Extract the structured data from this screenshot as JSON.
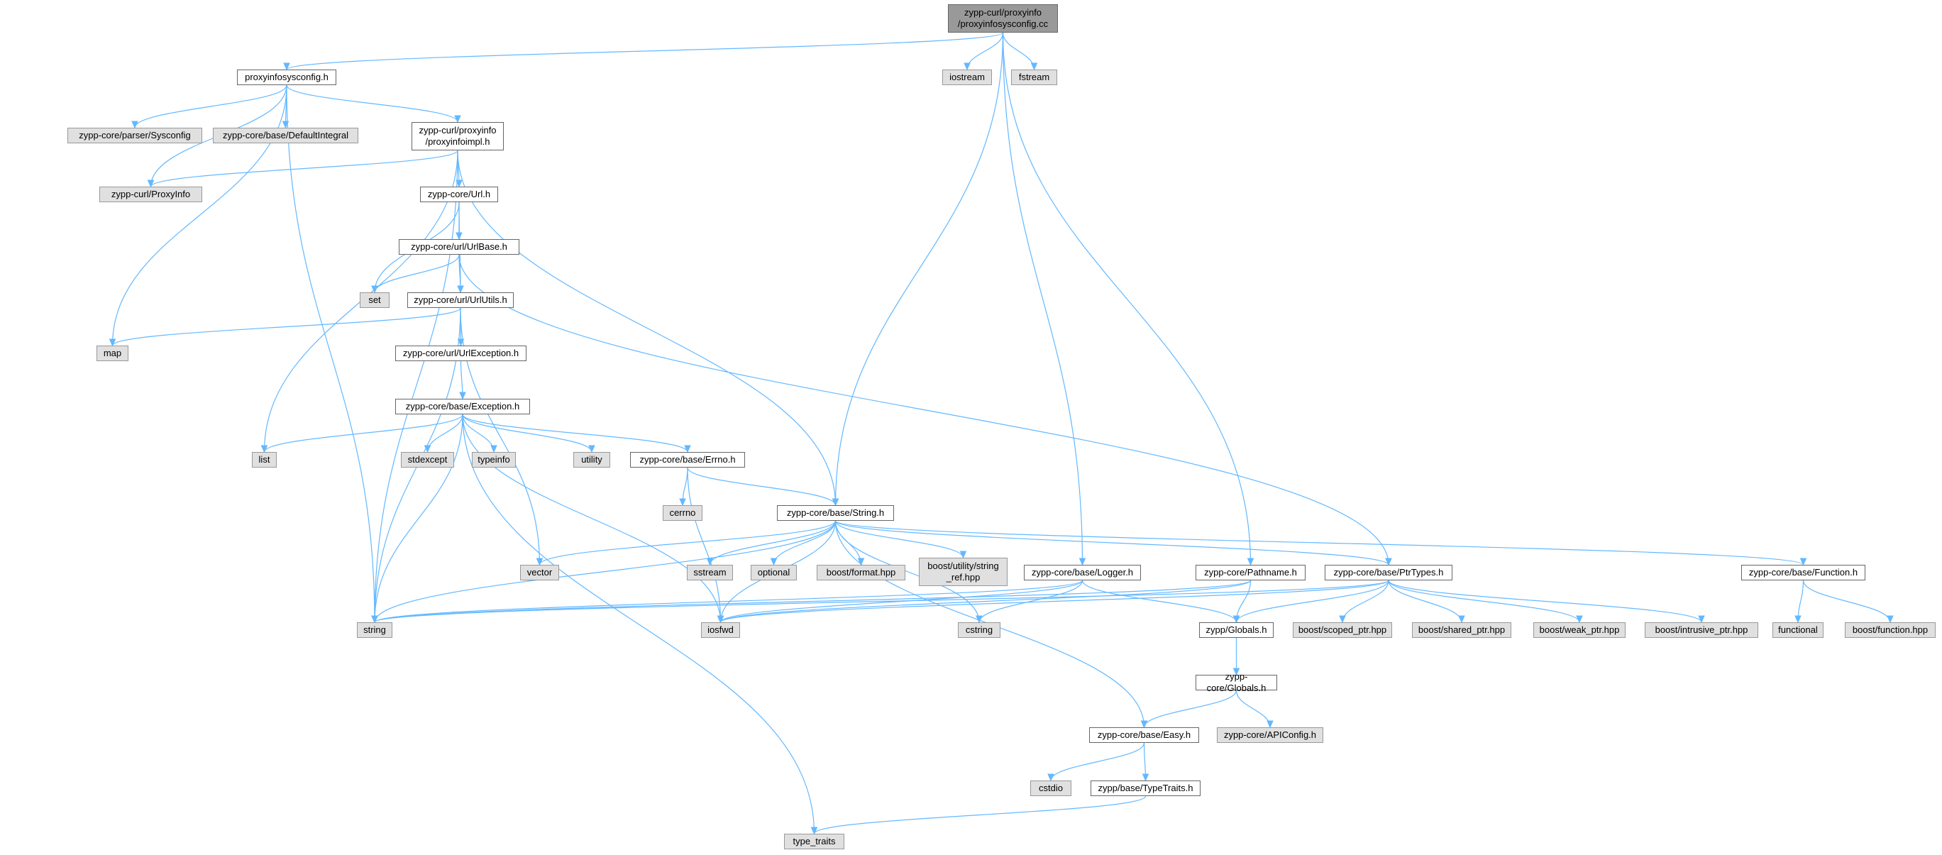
{
  "graph": {
    "colors": {
      "edge": "#63b8ff",
      "root_fill": "#999999",
      "header_fill": "#ffffff",
      "system_fill": "#e0e0e0",
      "border": "#666666"
    },
    "nodes": [
      {
        "id": "root",
        "label": "zypp-curl/proxyinfo\n/proxyinfosysconfig.cc",
        "kind": "root"
      },
      {
        "id": "proxyinfosysconfig_h",
        "label": "proxyinfosysconfig.h",
        "kind": "hdr"
      },
      {
        "id": "iostream",
        "label": "iostream",
        "kind": "sys"
      },
      {
        "id": "fstream",
        "label": "fstream",
        "kind": "sys"
      },
      {
        "id": "sysconfig",
        "label": "zypp-core/parser/Sysconfig",
        "kind": "sys"
      },
      {
        "id": "defaultintegral",
        "label": "zypp-core/base/DefaultIntegral",
        "kind": "sys"
      },
      {
        "id": "proxyinfoimpl_h",
        "label": "zypp-curl/proxyinfo\n/proxyinfoimpl.h",
        "kind": "hdr"
      },
      {
        "id": "proxyinfo",
        "label": "zypp-curl/ProxyInfo",
        "kind": "sys"
      },
      {
        "id": "url_h",
        "label": "zypp-core/Url.h",
        "kind": "hdr"
      },
      {
        "id": "urlbase_h",
        "label": "zypp-core/url/UrlBase.h",
        "kind": "hdr"
      },
      {
        "id": "set",
        "label": "set",
        "kind": "sys"
      },
      {
        "id": "urlutils_h",
        "label": "zypp-core/url/UrlUtils.h",
        "kind": "hdr"
      },
      {
        "id": "map",
        "label": "map",
        "kind": "sys"
      },
      {
        "id": "urlexception_h",
        "label": "zypp-core/url/UrlException.h",
        "kind": "hdr"
      },
      {
        "id": "exception_h",
        "label": "zypp-core/base/Exception.h",
        "kind": "hdr"
      },
      {
        "id": "list",
        "label": "list",
        "kind": "sys"
      },
      {
        "id": "stdexcept",
        "label": "stdexcept",
        "kind": "sys"
      },
      {
        "id": "typeinfo",
        "label": "typeinfo",
        "kind": "sys"
      },
      {
        "id": "utility",
        "label": "utility",
        "kind": "sys"
      },
      {
        "id": "errno_h",
        "label": "zypp-core/base/Errno.h",
        "kind": "hdr"
      },
      {
        "id": "cerrno",
        "label": "cerrno",
        "kind": "sys"
      },
      {
        "id": "string_h",
        "label": "zypp-core/base/String.h",
        "kind": "hdr"
      },
      {
        "id": "vector",
        "label": "vector",
        "kind": "sys"
      },
      {
        "id": "sstream",
        "label": "sstream",
        "kind": "sys"
      },
      {
        "id": "optional",
        "label": "optional",
        "kind": "sys"
      },
      {
        "id": "boost_format",
        "label": "boost/format.hpp",
        "kind": "sys"
      },
      {
        "id": "boost_string_ref",
        "label": "boost/utility/string\n_ref.hpp",
        "kind": "sys"
      },
      {
        "id": "logger_h",
        "label": "zypp-core/base/Logger.h",
        "kind": "hdr"
      },
      {
        "id": "pathname_h",
        "label": "zypp-core/Pathname.h",
        "kind": "hdr"
      },
      {
        "id": "ptrtypes_h",
        "label": "zypp-core/base/PtrTypes.h",
        "kind": "hdr"
      },
      {
        "id": "function_h",
        "label": "zypp-core/base/Function.h",
        "kind": "hdr"
      },
      {
        "id": "string",
        "label": "string",
        "kind": "sys"
      },
      {
        "id": "iosfwd",
        "label": "iosfwd",
        "kind": "sys"
      },
      {
        "id": "cstring",
        "label": "cstring",
        "kind": "sys"
      },
      {
        "id": "globals_h",
        "label": "zypp/Globals.h",
        "kind": "hdr"
      },
      {
        "id": "scoped_ptr",
        "label": "boost/scoped_ptr.hpp",
        "kind": "sys"
      },
      {
        "id": "shared_ptr",
        "label": "boost/shared_ptr.hpp",
        "kind": "sys"
      },
      {
        "id": "weak_ptr",
        "label": "boost/weak_ptr.hpp",
        "kind": "sys"
      },
      {
        "id": "intrusive_ptr",
        "label": "boost/intrusive_ptr.hpp",
        "kind": "sys"
      },
      {
        "id": "functional",
        "label": "functional",
        "kind": "sys"
      },
      {
        "id": "boost_function",
        "label": "boost/function.hpp",
        "kind": "sys"
      },
      {
        "id": "core_globals_h",
        "label": "zypp-core/Globals.h",
        "kind": "hdr"
      },
      {
        "id": "easy_h",
        "label": "zypp-core/base/Easy.h",
        "kind": "hdr"
      },
      {
        "id": "apiconfig",
        "label": "zypp-core/APIConfig.h",
        "kind": "sys"
      },
      {
        "id": "cstdio",
        "label": "cstdio",
        "kind": "sys"
      },
      {
        "id": "typetraits_h",
        "label": "zypp/base/TypeTraits.h",
        "kind": "hdr"
      },
      {
        "id": "type_traits",
        "label": "type_traits",
        "kind": "sys"
      }
    ],
    "edges": [
      [
        "root",
        "proxyinfosysconfig_h"
      ],
      [
        "root",
        "iostream"
      ],
      [
        "root",
        "fstream"
      ],
      [
        "root",
        "string_h"
      ],
      [
        "root",
        "logger_h"
      ],
      [
        "root",
        "pathname_h"
      ],
      [
        "proxyinfosysconfig_h",
        "map"
      ],
      [
        "proxyinfosysconfig_h",
        "string"
      ],
      [
        "proxyinfosysconfig_h",
        "sysconfig"
      ],
      [
        "proxyinfosysconfig_h",
        "defaultintegral"
      ],
      [
        "proxyinfosysconfig_h",
        "proxyinfoimpl_h"
      ],
      [
        "proxyinfosysconfig_h",
        "proxyinfo"
      ],
      [
        "proxyinfoimpl_h",
        "proxyinfo"
      ],
      [
        "proxyinfoimpl_h",
        "url_h"
      ],
      [
        "proxyinfoimpl_h",
        "string"
      ],
      [
        "proxyinfoimpl_h",
        "list"
      ],
      [
        "proxyinfoimpl_h",
        "string_h"
      ],
      [
        "url_h",
        "set"
      ],
      [
        "url_h",
        "urlbase_h"
      ],
      [
        "url_h",
        "urlutils_h"
      ],
      [
        "urlbase_h",
        "set"
      ],
      [
        "urlbase_h",
        "urlutils_h"
      ],
      [
        "urlbase_h",
        "ptrtypes_h"
      ],
      [
        "urlutils_h",
        "map"
      ],
      [
        "urlutils_h",
        "string"
      ],
      [
        "urlutils_h",
        "vector"
      ],
      [
        "urlutils_h",
        "urlexception_h"
      ],
      [
        "urlexception_h",
        "exception_h"
      ],
      [
        "exception_h",
        "list"
      ],
      [
        "exception_h",
        "stdexcept"
      ],
      [
        "exception_h",
        "typeinfo"
      ],
      [
        "exception_h",
        "utility"
      ],
      [
        "exception_h",
        "errno_h"
      ],
      [
        "exception_h",
        "string"
      ],
      [
        "exception_h",
        "iosfwd"
      ],
      [
        "exception_h",
        "type_traits"
      ],
      [
        "errno_h",
        "cerrno"
      ],
      [
        "errno_h",
        "string_h"
      ],
      [
        "errno_h",
        "iosfwd"
      ],
      [
        "string_h",
        "vector"
      ],
      [
        "string_h",
        "sstream"
      ],
      [
        "string_h",
        "optional"
      ],
      [
        "string_h",
        "boost_format"
      ],
      [
        "string_h",
        "boost_string_ref"
      ],
      [
        "string_h",
        "string"
      ],
      [
        "string_h",
        "iosfwd"
      ],
      [
        "string_h",
        "cstring"
      ],
      [
        "string_h",
        "ptrtypes_h"
      ],
      [
        "string_h",
        "function_h"
      ],
      [
        "string_h",
        "easy_h"
      ],
      [
        "logger_h",
        "string"
      ],
      [
        "logger_h",
        "iosfwd"
      ],
      [
        "logger_h",
        "cstring"
      ],
      [
        "logger_h",
        "globals_h"
      ],
      [
        "pathname_h",
        "string"
      ],
      [
        "pathname_h",
        "iosfwd"
      ],
      [
        "pathname_h",
        "globals_h"
      ],
      [
        "ptrtypes_h",
        "string"
      ],
      [
        "ptrtypes_h",
        "iosfwd"
      ],
      [
        "ptrtypes_h",
        "globals_h"
      ],
      [
        "ptrtypes_h",
        "scoped_ptr"
      ],
      [
        "ptrtypes_h",
        "shared_ptr"
      ],
      [
        "ptrtypes_h",
        "weak_ptr"
      ],
      [
        "ptrtypes_h",
        "intrusive_ptr"
      ],
      [
        "function_h",
        "functional"
      ],
      [
        "function_h",
        "boost_function"
      ],
      [
        "globals_h",
        "core_globals_h"
      ],
      [
        "core_globals_h",
        "easy_h"
      ],
      [
        "core_globals_h",
        "apiconfig"
      ],
      [
        "easy_h",
        "cstdio"
      ],
      [
        "easy_h",
        "typetraits_h"
      ],
      [
        "typetraits_h",
        "type_traits"
      ]
    ]
  }
}
